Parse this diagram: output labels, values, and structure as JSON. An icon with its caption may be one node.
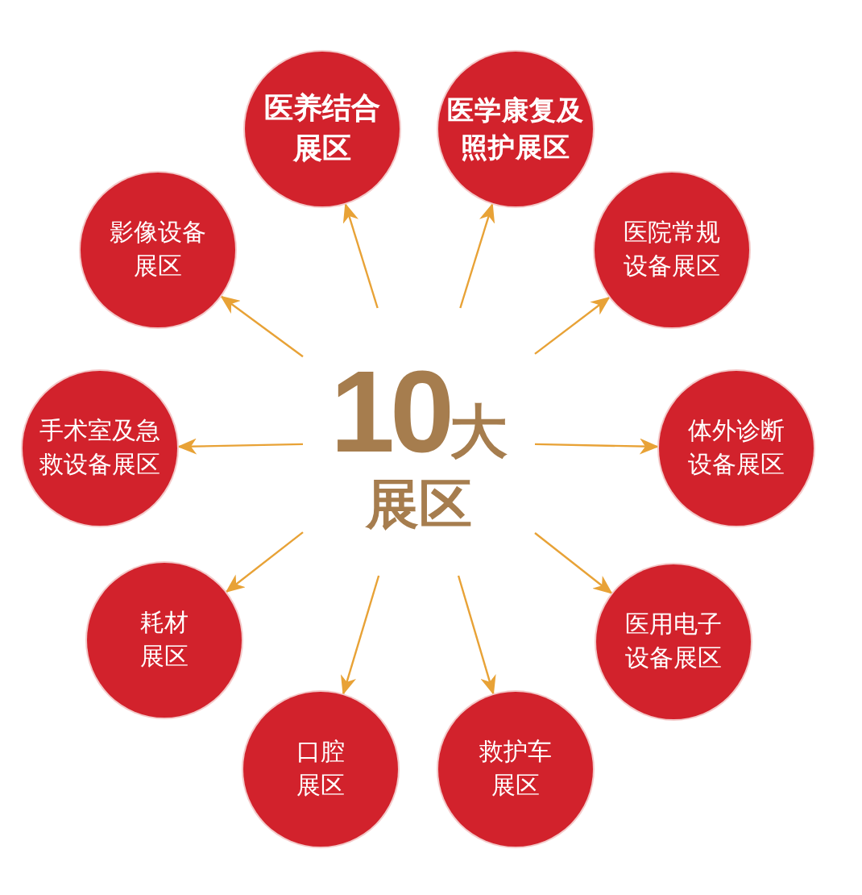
{
  "diagram": {
    "nodes": [
      {
        "text": [
          "10大",
          "展区"
        ]
      },
      {
        "text": [
          "医养结合展区"
        ]
      },
      {
        "text": [
          "医学康复及照护展区"
        ]
      },
      {
        "text": [
          "医院常规设备展区"
        ]
      },
      {
        "text": [
          "体外诊断设备展区"
        ]
      },
      {
        "text": [
          "医用电子设备展区"
        ]
      },
      {
        "text": [
          "救护车展区"
        ]
      },
      {
        "text": [
          "口腔展区"
        ]
      },
      {
        "text": [
          "耗材展区"
        ]
      },
      {
        "text": [
          "手术室及急救设备展区"
        ]
      },
      {
        "text": [
          "影像设备展区"
        ]
      }
    ],
    "edges": [
      {
        "from": 0,
        "to": 1,
        "arrow": "to"
      },
      {
        "from": 0,
        "to": 2,
        "arrow": "to"
      },
      {
        "from": 0,
        "to": 3,
        "arrow": "to"
      },
      {
        "from": 0,
        "to": 4,
        "arrow": "to"
      },
      {
        "from": 0,
        "to": 5,
        "arrow": "to"
      },
      {
        "from": 0,
        "to": 6,
        "arrow": "to"
      },
      {
        "from": 0,
        "to": 7,
        "arrow": "to"
      },
      {
        "from": 0,
        "to": 8,
        "arrow": "to"
      },
      {
        "from": 0,
        "to": 9,
        "arrow": "to"
      },
      {
        "from": 0,
        "to": 10,
        "arrow": "to"
      }
    ]
  }
}
